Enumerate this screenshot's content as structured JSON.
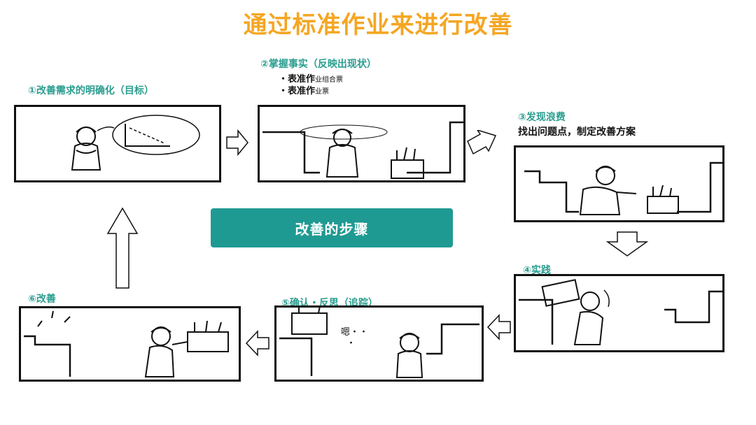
{
  "title": "通过标准作业来进行改善",
  "center_label": "改善的步骤",
  "steps": [
    {
      "label": "①改善需求的明确化（目标）"
    },
    {
      "label": "②掌握事实（反映出现状）",
      "bullets": [
        {
          "big": "・表准作",
          "small": "业组合票"
        },
        {
          "big": "・表准作",
          "small": "业票"
        }
      ]
    },
    {
      "label": "③发现浪费",
      "label2": "找出问题点，制定改善方案"
    },
    {
      "label": "④实践"
    },
    {
      "label": "⑤确认・反思（追踪）",
      "speech": "嗯・・",
      "speech2": "・"
    },
    {
      "label": "⑥改善"
    }
  ]
}
